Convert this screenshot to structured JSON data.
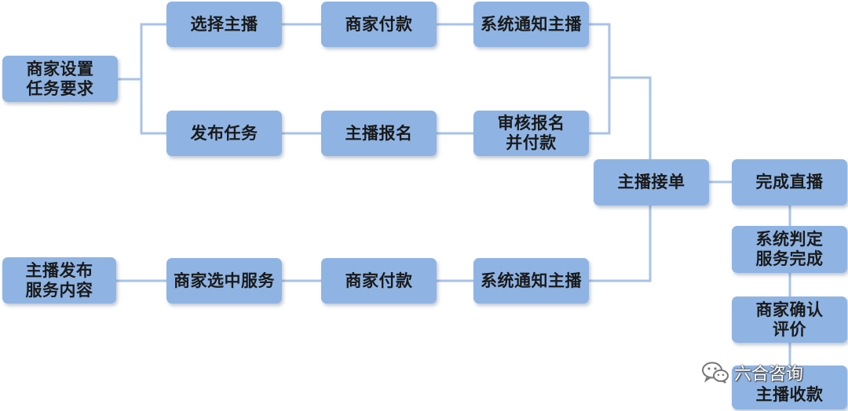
{
  "nodes": {
    "merchant_set_requirements": "商家设置\n任务要求",
    "select_streamer": "选择主播",
    "merchant_pay_top": "商家付款",
    "system_notify_top": "系统通知主播",
    "publish_task": "发布任务",
    "streamer_signup": "主播报名",
    "review_and_pay": "审核报名\n并付款",
    "streamer_accept": "主播接单",
    "finish_live": "完成直播",
    "streamer_publish_service": "主播发布\n服务内容",
    "merchant_select_service": "商家选中服务",
    "merchant_pay_bottom": "商家付款",
    "system_notify_bottom": "系统通知主播",
    "system_judge_complete": "系统判定\n服务完成",
    "merchant_confirm_review": "商家确认\n评价",
    "streamer_receive_payment": "主播收款"
  },
  "watermark": {
    "text": "六合咨询",
    "icon": "wechat-icon"
  },
  "colors": {
    "node_fill": "#8fb4e3",
    "connector": "#a9c3e8",
    "text": "#1a1a1a"
  }
}
